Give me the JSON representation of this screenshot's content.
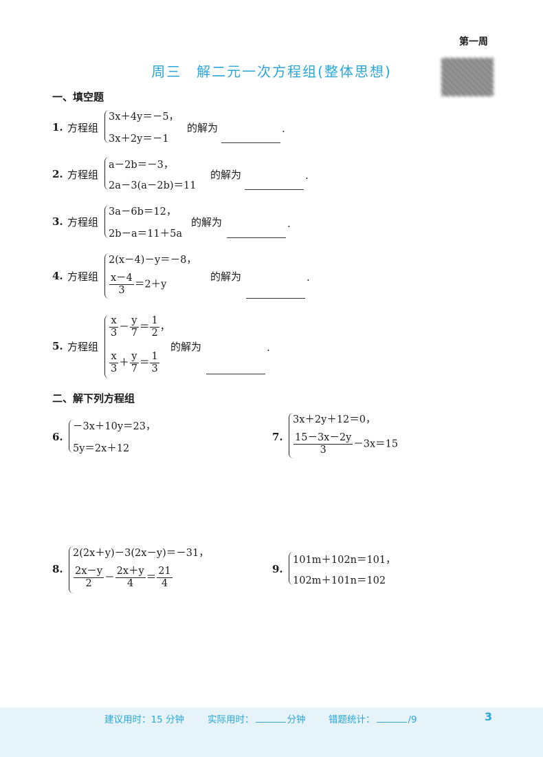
{
  "header": {
    "week": "第一周",
    "title": "周三　解二元一次方程组(整体思想)"
  },
  "sections": {
    "fill": "一、填空题",
    "solve": "二、解下列方程组"
  },
  "common": {
    "label": "方程组",
    "solution_is": "的解为",
    "period": "."
  },
  "fill": [
    {
      "num": "1.",
      "eq1": "3x＋4y＝－5，",
      "eq2": "3x＋2y＝－1"
    },
    {
      "num": "2.",
      "eq1": "a－2b＝－3，",
      "eq2": "2a－3(a－2b)＝11"
    },
    {
      "num": "3.",
      "eq1": "3a－6b＝12，",
      "eq2": "2b－a＝11＋5a"
    },
    {
      "num": "4.",
      "eq1": "2(x－4)－y＝－8，",
      "eq2_num": "x－4",
      "eq2_den": "3",
      "eq2_rest": "＝2＋y"
    },
    {
      "num": "5.",
      "eq1_a_num": "x",
      "eq1_a_den": "3",
      "eq1_op": "－",
      "eq1_b_num": "y",
      "eq1_b_den": "7",
      "eq1_eq": "＝",
      "eq1_c_num": "1",
      "eq1_c_den": "2",
      "eq1_end": "，",
      "eq2_a_num": "x",
      "eq2_a_den": "3",
      "eq2_op": "＋",
      "eq2_b_num": "y",
      "eq2_b_den": "7",
      "eq2_eq": "＝",
      "eq2_c_num": "1",
      "eq2_c_den": "3"
    }
  ],
  "solve": [
    {
      "num": "6.",
      "eq1": "－3x＋10y＝23，",
      "eq2": "5y＝2x＋12"
    },
    {
      "num": "7.",
      "eq1": "3x＋2y＋12＝0，",
      "eq2_num": "15－3x－2y",
      "eq2_den": "3",
      "eq2_rest": "－3x＝15"
    },
    {
      "num": "8.",
      "eq1": "2(2x＋y)－3(2x－y)＝－31，",
      "eq2_a_num": "2x－y",
      "eq2_a_den": "2",
      "eq2_op": "－",
      "eq2_b_num": "2x＋y",
      "eq2_b_den": "4",
      "eq2_eq": "＝",
      "eq2_c_num": "21",
      "eq2_c_den": "4"
    },
    {
      "num": "9.",
      "eq1": "101m＋102n＝101，",
      "eq2": "102m＋101n＝102"
    }
  ],
  "footer": {
    "suggested": "建议用时：15 分钟",
    "actual": "实际用时：",
    "minutes": "分钟",
    "wrong": "错题统计：",
    "total": "/9",
    "page": "3"
  }
}
